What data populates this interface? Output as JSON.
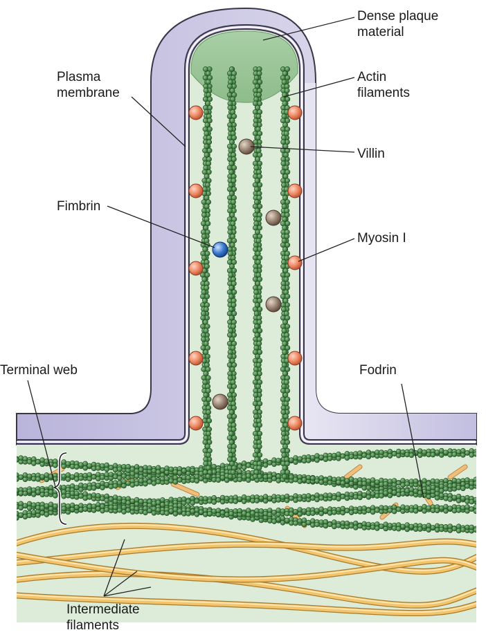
{
  "labels": {
    "dense_plaque": [
      "Dense plaque",
      "material"
    ],
    "plasma_membrane": [
      "Plasma",
      "membrane"
    ],
    "actin_filaments": [
      "Actin",
      "filaments"
    ],
    "villin": "Villin",
    "fimbrin": "Fimbrin",
    "myosin_i": "Myosin I",
    "terminal_web": "Terminal web",
    "fodrin": "Fodrin",
    "intermediate_filaments": [
      "Intermediate",
      "filaments"
    ]
  },
  "colors": {
    "actin_bead": "#4f8a4f",
    "actin_bead_edge": "#1f4a22",
    "cytoplasm": "#d9ead5",
    "dense_plaque": "#9cc49a",
    "membrane_lavender": "#c9c6e2",
    "membrane_line": "#3a3548",
    "intermediate_filament": "#f2c46b",
    "fodrin": "#f0be78",
    "myosin_i": "#e9805e",
    "villin": "#8a7565",
    "fimbrin": "#2f6cc0"
  }
}
